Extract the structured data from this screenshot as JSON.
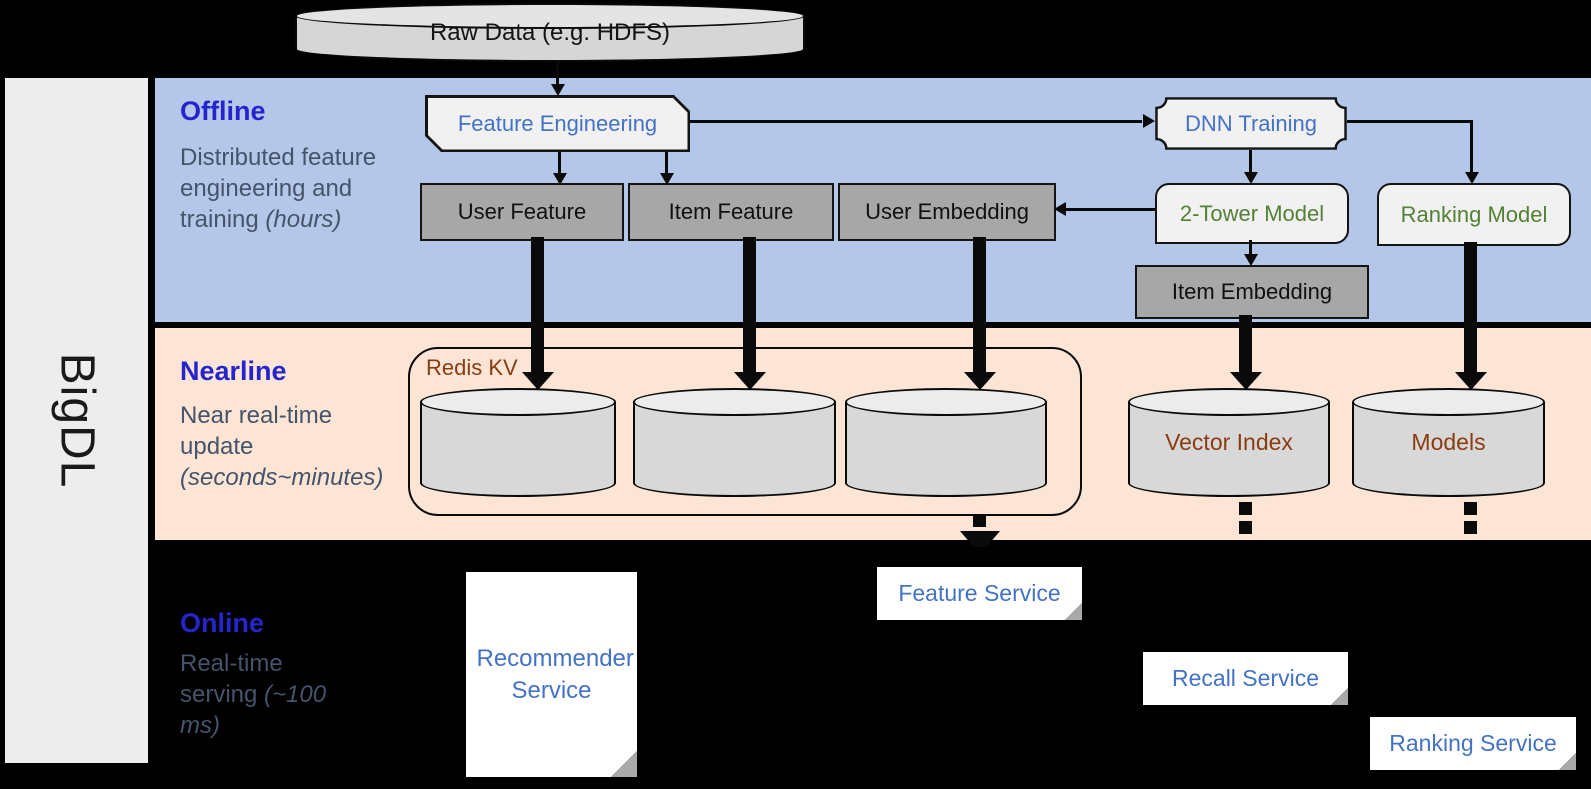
{
  "brand": {
    "name": "BigDL"
  },
  "raw_data_label": "Raw Data (e.g. HDFS)",
  "sections": {
    "offline": {
      "title": "Offline",
      "desc": "Distributed feature engineering and training ",
      "note": "(hours)"
    },
    "nearline": {
      "title": "Nearline",
      "desc": "Near real-time update ",
      "note": "(seconds~minutes)"
    },
    "online": {
      "title": "Online",
      "desc": "Real-time serving ",
      "note": "(~100 ms)"
    }
  },
  "nodes": {
    "feature_engineering": "Feature Engineering",
    "dnn_training": "DNN Training",
    "user_feature": "User Feature",
    "item_feature": "Item Feature",
    "user_embedding": "User Embedding",
    "two_tower_model": "2-Tower Model",
    "ranking_model": "Ranking Model",
    "item_embedding": "Item Embedding",
    "redis_kv": "Redis KV",
    "vector_index": "Vector Index",
    "models": "Models",
    "recommender_service": "Recommender Service",
    "feature_service": "Feature Service",
    "recall_service": "Recall Service",
    "ranking_service": "Ranking Service"
  },
  "colors": {
    "background": "#000000",
    "offline_band": "#b5c7e9",
    "nearline_band": "#fce5d5",
    "sidebar_fill": "#ededed",
    "section_title_blue": "#2525cd",
    "desc_text_gray": "#44546a",
    "node_text_blue": "#4472c4",
    "model_text_green": "#538135",
    "storage_text_brown": "#8a3c10",
    "gray_box_fill": "#a7a7a7",
    "light_box_fill": "#f1f1f1",
    "cylinder_fill": "#d8d8d8",
    "doc_fill": "#ffffff"
  }
}
